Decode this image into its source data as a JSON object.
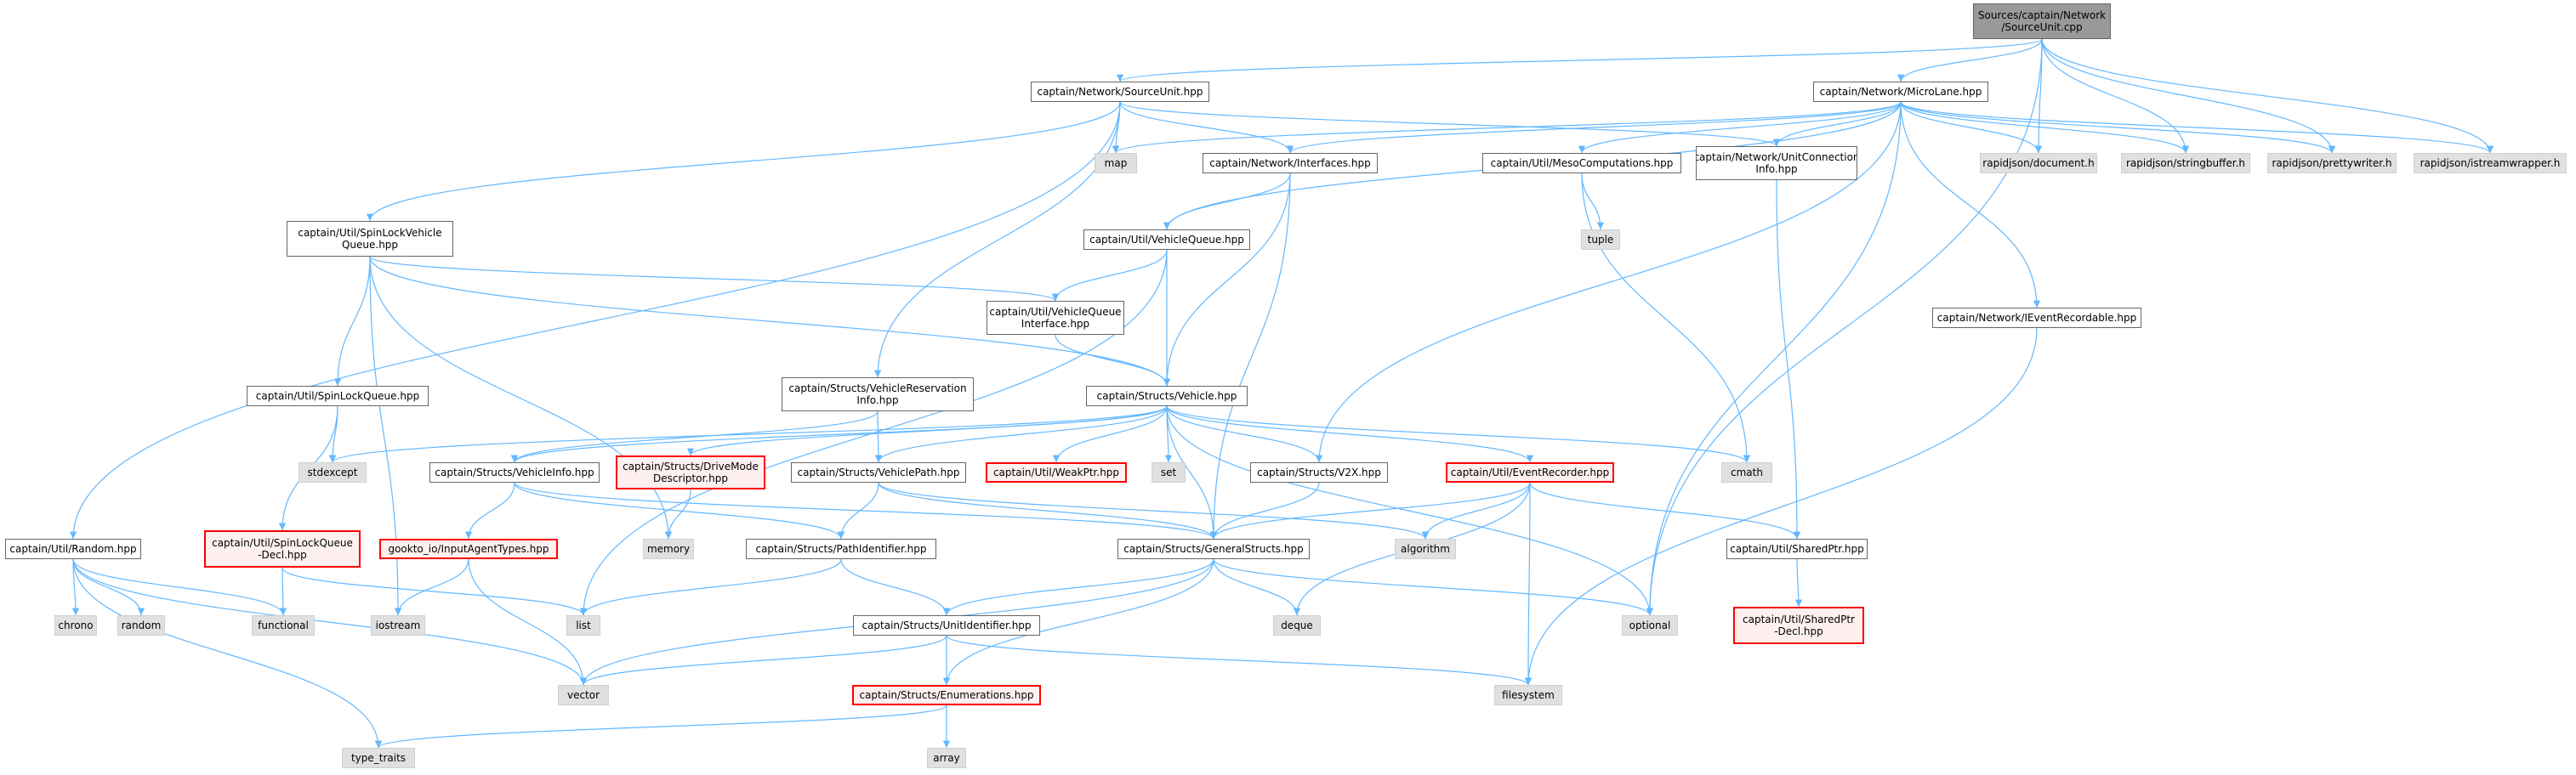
{
  "graph": {
    "edge_color": "#63b8ff",
    "node_colors": {
      "root_fill": "#999999",
      "normal_fill": "#ffffff",
      "normal_border": "#666666",
      "external_fill": "#e0e0e0",
      "truncated_border": "#ff0000",
      "truncated_fill": "#fff0f0"
    }
  },
  "nodes": [
    {
      "id": "root",
      "label": "Sources/captain/Network\n/SourceUnit.cpp",
      "kind": "root"
    },
    {
      "id": "srcunit_hpp",
      "label": "captain/Network/SourceUnit.hpp",
      "kind": "normal"
    },
    {
      "id": "microlane",
      "label": "captain/Network/MicroLane.hpp",
      "kind": "normal"
    },
    {
      "id": "map",
      "label": "map",
      "kind": "external"
    },
    {
      "id": "interfaces",
      "label": "captain/Network/Interfaces.hpp",
      "kind": "normal"
    },
    {
      "id": "meso",
      "label": "captain/Util/MesoComputations.hpp",
      "kind": "normal"
    },
    {
      "id": "unitconn",
      "label": "captain/Network/UnitConnection\nInfo.hpp",
      "kind": "normal"
    },
    {
      "id": "rj_document",
      "label": "rapidjson/document.h",
      "kind": "external"
    },
    {
      "id": "rj_stringbuffer",
      "label": "rapidjson/stringbuffer.h",
      "kind": "external"
    },
    {
      "id": "rj_prettywriter",
      "label": "rapidjson/prettywriter.h",
      "kind": "external"
    },
    {
      "id": "rj_istream",
      "label": "rapidjson/istreamwrapper.h",
      "kind": "external"
    },
    {
      "id": "tuple",
      "label": "tuple",
      "kind": "external"
    },
    {
      "id": "spinlockvq",
      "label": "captain/Util/SpinLockVehicle\nQueue.hpp",
      "kind": "normal"
    },
    {
      "id": "vehqueue",
      "label": "captain/Util/VehicleQueue.hpp",
      "kind": "normal"
    },
    {
      "id": "vqiface",
      "label": "captain/Util/VehicleQueue\nInterface.hpp",
      "kind": "normal"
    },
    {
      "id": "ieventrec",
      "label": "captain/Network/IEventRecordable.hpp",
      "kind": "normal"
    },
    {
      "id": "spinlockq",
      "label": "captain/Util/SpinLockQueue.hpp",
      "kind": "normal"
    },
    {
      "id": "vresinfo",
      "label": "captain/Structs/VehicleReservation\nInfo.hpp",
      "kind": "normal"
    },
    {
      "id": "vehicle",
      "label": "captain/Structs/Vehicle.hpp",
      "kind": "normal"
    },
    {
      "id": "stdexcept",
      "label": "stdexcept",
      "kind": "external"
    },
    {
      "id": "vehinfo",
      "label": "captain/Structs/VehicleInfo.hpp",
      "kind": "normal"
    },
    {
      "id": "drivemode",
      "label": "captain/Structs/DriveMode\nDescriptor.hpp",
      "kind": "red"
    },
    {
      "id": "vehpath",
      "label": "captain/Structs/VehiclePath.hpp",
      "kind": "normal"
    },
    {
      "id": "weakptr",
      "label": "captain/Util/WeakPtr.hpp",
      "kind": "red"
    },
    {
      "id": "set",
      "label": "set",
      "kind": "external"
    },
    {
      "id": "v2x",
      "label": "captain/Structs/V2X.hpp",
      "kind": "normal"
    },
    {
      "id": "eventrec",
      "label": "captain/Util/EventRecorder.hpp",
      "kind": "red"
    },
    {
      "id": "cmath",
      "label": "cmath",
      "kind": "external"
    },
    {
      "id": "random_hpp",
      "label": "captain/Util/Random.hpp",
      "kind": "normal"
    },
    {
      "id": "spinlockq_decl",
      "label": "captain/Util/SpinLockQueue\n-Decl.hpp",
      "kind": "red"
    },
    {
      "id": "inputagent",
      "label": "gookto_io/InputAgentTypes.hpp",
      "kind": "red"
    },
    {
      "id": "memory",
      "label": "memory",
      "kind": "external"
    },
    {
      "id": "pathid",
      "label": "captain/Structs/PathIdentifier.hpp",
      "kind": "normal"
    },
    {
      "id": "genstructs",
      "label": "captain/Structs/GeneralStructs.hpp",
      "kind": "normal"
    },
    {
      "id": "algorithm",
      "label": "algorithm",
      "kind": "external"
    },
    {
      "id": "sharedptr",
      "label": "captain/Util/SharedPtr.hpp",
      "kind": "normal"
    },
    {
      "id": "chrono",
      "label": "chrono",
      "kind": "external"
    },
    {
      "id": "random",
      "label": "random",
      "kind": "external"
    },
    {
      "id": "functional",
      "label": "functional",
      "kind": "external"
    },
    {
      "id": "iostream",
      "label": "iostream",
      "kind": "external"
    },
    {
      "id": "list",
      "label": "list",
      "kind": "external"
    },
    {
      "id": "unitid",
      "label": "captain/Structs/UnitIdentifier.hpp",
      "kind": "normal"
    },
    {
      "id": "deque",
      "label": "deque",
      "kind": "external"
    },
    {
      "id": "optional",
      "label": "optional",
      "kind": "external"
    },
    {
      "id": "sharedptr_decl",
      "label": "captain/Util/SharedPtr\n-Decl.hpp",
      "kind": "red"
    },
    {
      "id": "vector",
      "label": "vector",
      "kind": "external"
    },
    {
      "id": "enums",
      "label": "captain/Structs/Enumerations.hpp",
      "kind": "red"
    },
    {
      "id": "filesystem",
      "label": "filesystem",
      "kind": "external"
    },
    {
      "id": "type_traits",
      "label": "type_traits",
      "kind": "external"
    },
    {
      "id": "array",
      "label": "array",
      "kind": "external"
    }
  ],
  "edges": [
    [
      "root",
      "srcunit_hpp"
    ],
    [
      "root",
      "microlane"
    ],
    [
      "root",
      "rj_document"
    ],
    [
      "root",
      "rj_stringbuffer"
    ],
    [
      "root",
      "rj_prettywriter"
    ],
    [
      "root",
      "rj_istream"
    ],
    [
      "root",
      "optional"
    ],
    [
      "srcunit_hpp",
      "map"
    ],
    [
      "srcunit_hpp",
      "interfaces"
    ],
    [
      "srcunit_hpp",
      "unitconn"
    ],
    [
      "srcunit_hpp",
      "spinlockvq"
    ],
    [
      "srcunit_hpp",
      "vresinfo"
    ],
    [
      "srcunit_hpp",
      "random_hpp"
    ],
    [
      "microlane",
      "map"
    ],
    [
      "microlane",
      "interfaces"
    ],
    [
      "microlane",
      "meso"
    ],
    [
      "microlane",
      "unitconn"
    ],
    [
      "microlane",
      "rj_document"
    ],
    [
      "microlane",
      "rj_stringbuffer"
    ],
    [
      "microlane",
      "rj_prettywriter"
    ],
    [
      "microlane",
      "rj_istream"
    ],
    [
      "microlane",
      "vehqueue"
    ],
    [
      "microlane",
      "ieventrec"
    ],
    [
      "microlane",
      "v2x"
    ],
    [
      "microlane",
      "optional"
    ],
    [
      "interfaces",
      "vehqueue"
    ],
    [
      "interfaces",
      "vehicle"
    ],
    [
      "interfaces",
      "genstructs"
    ],
    [
      "meso",
      "tuple"
    ],
    [
      "meso",
      "cmath"
    ],
    [
      "unitconn",
      "sharedptr"
    ],
    [
      "spinlockvq",
      "vqiface"
    ],
    [
      "spinlockvq",
      "vehicle"
    ],
    [
      "spinlockvq",
      "spinlockq"
    ],
    [
      "spinlockvq",
      "memory"
    ],
    [
      "spinlockvq",
      "iostream"
    ],
    [
      "vehqueue",
      "vqiface"
    ],
    [
      "vehqueue",
      "vehicle"
    ],
    [
      "vehqueue",
      "list"
    ],
    [
      "vqiface",
      "vehicle"
    ],
    [
      "ieventrec",
      "filesystem"
    ],
    [
      "spinlockq",
      "stdexcept"
    ],
    [
      "spinlockq",
      "spinlockq_decl"
    ],
    [
      "vresinfo",
      "vehinfo"
    ],
    [
      "vresinfo",
      "vehpath"
    ],
    [
      "vehicle",
      "stdexcept"
    ],
    [
      "vehicle",
      "vehinfo"
    ],
    [
      "vehicle",
      "drivemode"
    ],
    [
      "vehicle",
      "vehpath"
    ],
    [
      "vehicle",
      "weakptr"
    ],
    [
      "vehicle",
      "set"
    ],
    [
      "vehicle",
      "v2x"
    ],
    [
      "vehicle",
      "eventrec"
    ],
    [
      "vehicle",
      "cmath"
    ],
    [
      "vehicle",
      "genstructs"
    ],
    [
      "vehicle",
      "optional"
    ],
    [
      "vehinfo",
      "inputagent"
    ],
    [
      "vehinfo",
      "pathid"
    ],
    [
      "vehinfo",
      "genstructs"
    ],
    [
      "drivemode",
      "memory"
    ],
    [
      "vehpath",
      "pathid"
    ],
    [
      "vehpath",
      "genstructs"
    ],
    [
      "vehpath",
      "algorithm"
    ],
    [
      "v2x",
      "genstructs"
    ],
    [
      "eventrec",
      "genstructs"
    ],
    [
      "eventrec",
      "algorithm"
    ],
    [
      "eventrec",
      "sharedptr"
    ],
    [
      "eventrec",
      "deque"
    ],
    [
      "eventrec",
      "filesystem"
    ],
    [
      "random_hpp",
      "chrono"
    ],
    [
      "random_hpp",
      "random"
    ],
    [
      "random_hpp",
      "functional"
    ],
    [
      "random_hpp",
      "vector"
    ],
    [
      "random_hpp",
      "type_traits"
    ],
    [
      "spinlockq_decl",
      "functional"
    ],
    [
      "spinlockq_decl",
      "list"
    ],
    [
      "inputagent",
      "iostream"
    ],
    [
      "inputagent",
      "vector"
    ],
    [
      "pathid",
      "list"
    ],
    [
      "pathid",
      "unitid"
    ],
    [
      "genstructs",
      "vector"
    ],
    [
      "genstructs",
      "deque"
    ],
    [
      "genstructs",
      "optional"
    ],
    [
      "genstructs",
      "enums"
    ],
    [
      "genstructs",
      "unitid"
    ],
    [
      "sharedptr",
      "sharedptr_decl"
    ],
    [
      "unitid",
      "vector"
    ],
    [
      "unitid",
      "filesystem"
    ],
    [
      "unitid",
      "enums"
    ],
    [
      "enums",
      "type_traits"
    ],
    [
      "enums",
      "array"
    ]
  ]
}
